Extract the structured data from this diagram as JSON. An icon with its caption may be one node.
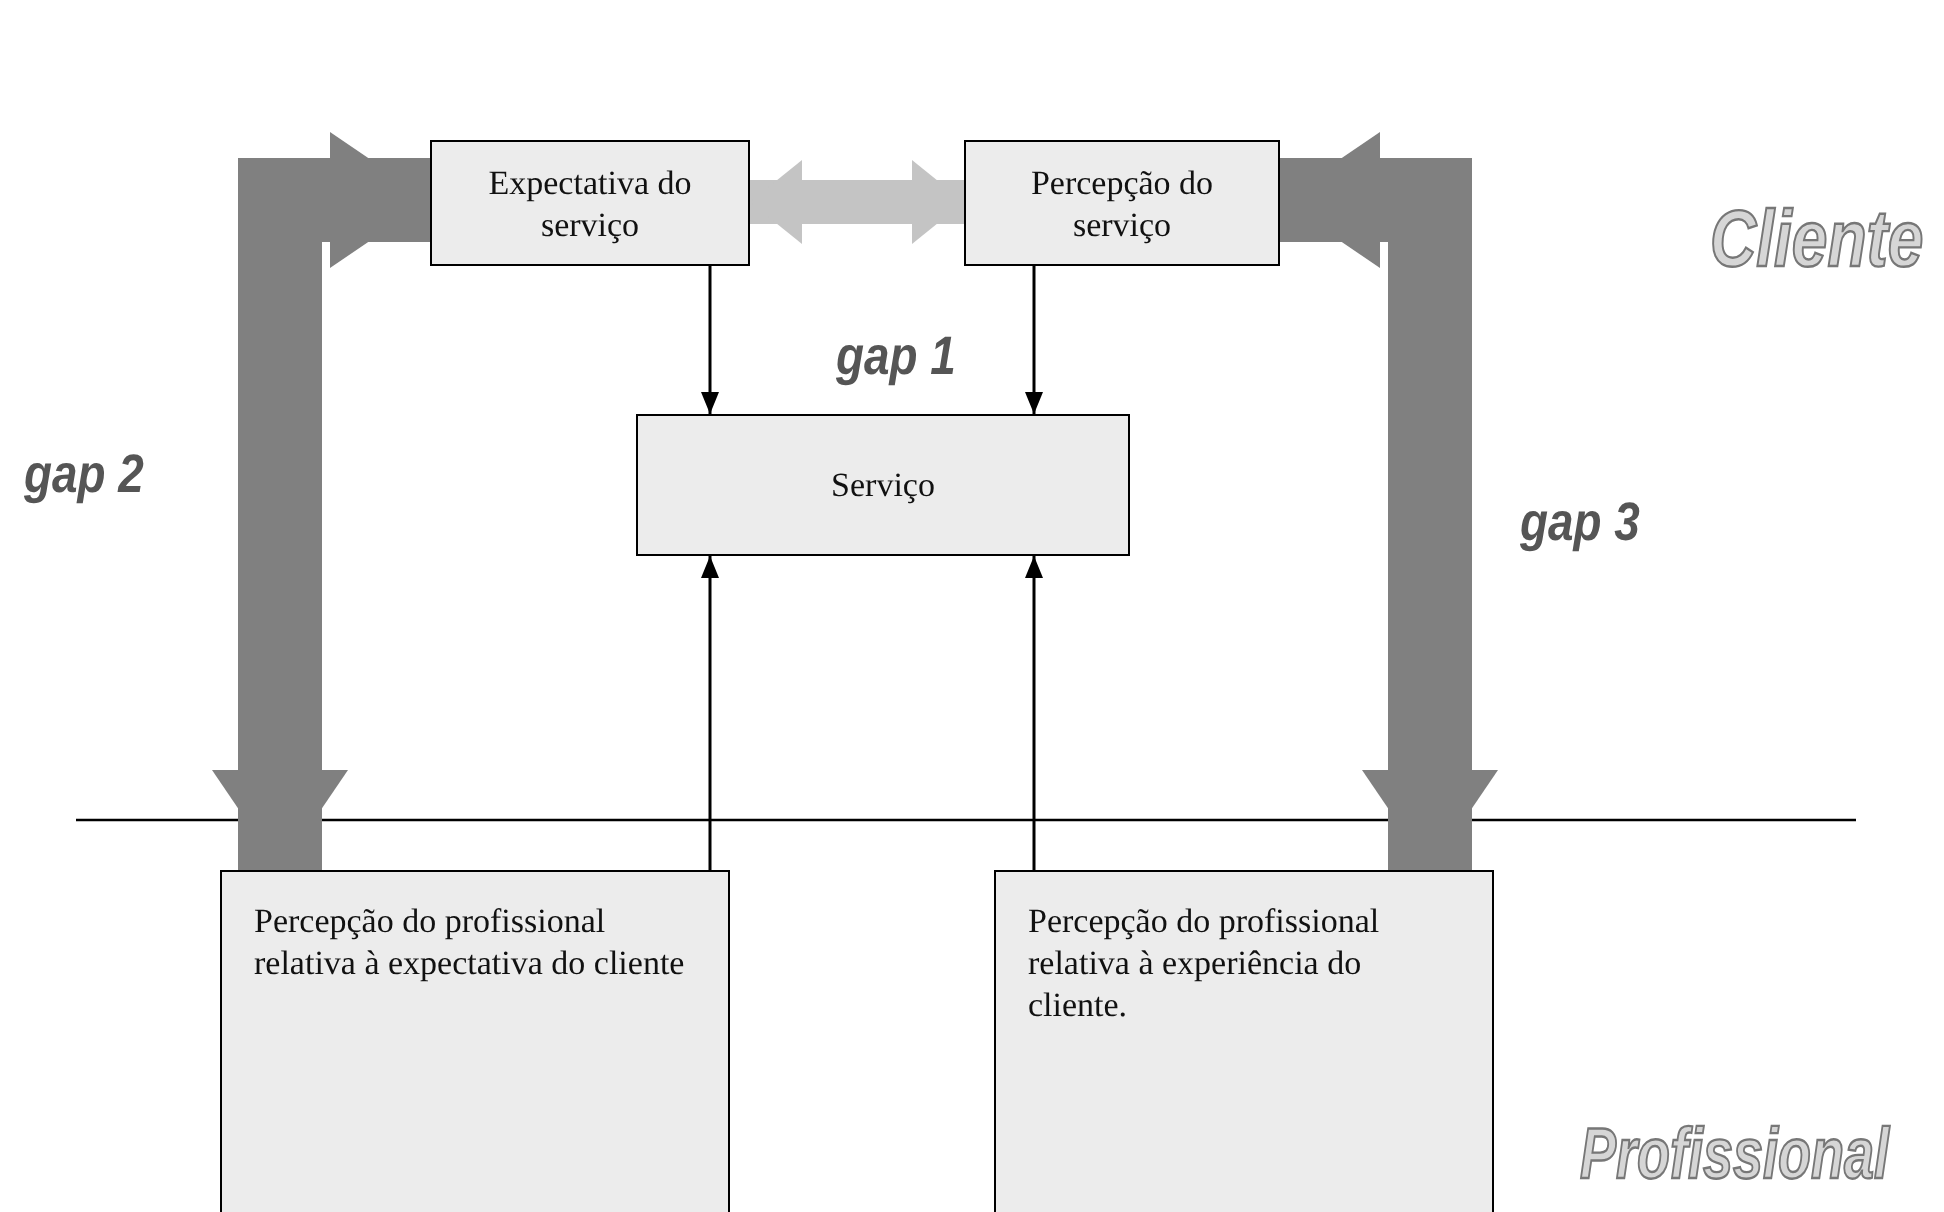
{
  "diagram": {
    "nodes": [
      {
        "text": [
          "Expectativa do serviço"
        ]
      },
      {
        "text": [
          "Percepção do serviço"
        ]
      },
      {
        "text": [
          "Serviço"
        ]
      },
      {
        "text": [
          "Percepção do profissional relativa à expectativa do cliente"
        ]
      },
      {
        "text": [
          "Percepção do profissional relativa à experiência do cliente."
        ]
      }
    ],
    "edges": [
      {
        "from": 0,
        "to": 1,
        "arrow": "both",
        "style": "thick",
        "color": "#c4c4c4"
      },
      {
        "from": 0,
        "to": 2,
        "arrow": "to"
      },
      {
        "from": 1,
        "to": 2,
        "arrow": "to"
      },
      {
        "from": 3,
        "to": 2,
        "arrow": "to"
      },
      {
        "from": 4,
        "to": 2,
        "arrow": "to"
      },
      {
        "from": 3,
        "to": 0,
        "arrow": "both",
        "style": "thick",
        "color": "#808080"
      },
      {
        "from": 4,
        "to": 1,
        "arrow": "both",
        "style": "thick",
        "color": "#808080"
      }
    ],
    "labels": [
      "Cliente",
      "gap 1",
      "gap 2",
      "gap 3",
      "Profissional"
    ]
  }
}
